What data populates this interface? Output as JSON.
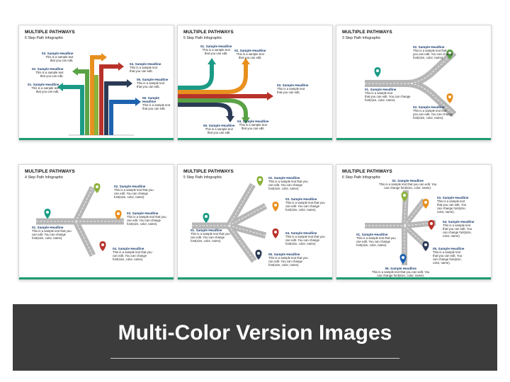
{
  "slides": [
    {
      "title": "MULTIPLE PATHWAYS",
      "subtitle": "6 Step Path Infographic",
      "items": [
        {
          "headline": "01. Sample Headline",
          "desc": "This is a sample text\nthat you can edit."
        },
        {
          "headline": "02. Sample Headline",
          "desc": "This is a sample text\nthat you can edit."
        },
        {
          "headline": "03. Sample Headline",
          "desc": "This is a sample text\nthat you can edit."
        },
        {
          "headline": "04. Sample Headline",
          "desc": "This is a sample text\nthat you can edit."
        },
        {
          "headline": "05. Sample Headline",
          "desc": "This is a sample text\nthat you can edit."
        },
        {
          "headline": "06. Sample Headline",
          "desc": "This is a sample text\nthat you can edit."
        }
      ]
    },
    {
      "title": "MULTIPLE PATHWAYS",
      "subtitle": "5 Step Path Infographic",
      "items": [
        {
          "headline": "01. Sample Headline",
          "desc": "This is a sample text\nthat you can edit."
        },
        {
          "headline": "02. Sample Headline",
          "desc": "This is a sample text\nthat you can edit."
        },
        {
          "headline": "03. Sample Headline",
          "desc": "This is a sample text\nthat you can edit."
        },
        {
          "headline": "04. Sample Headline",
          "desc": "This is a sample text\nthat you can edit."
        },
        {
          "headline": "05. Sample Headline",
          "desc": "This is a sample text\nthat you can edit."
        }
      ]
    },
    {
      "title": "MULTIPLE PATHWAYS",
      "subtitle": "3 Step Path Infographic",
      "items": [
        {
          "headline": "01. Sample Headline",
          "desc": "This is a sample text\nthat you can edit. You can change\nfont(size, color, name)."
        },
        {
          "headline": "02. Sample Headline",
          "desc": "This is a sample text that\nyou can edit. You can change\nfont(size, color, name)."
        },
        {
          "headline": "03. Sample Headline",
          "desc": "This is a sample text that\nyou can edit. You can change\nfont(size, color, name)."
        }
      ]
    },
    {
      "title": "MULTIPLE PATHWAYS",
      "subtitle": "4 Step Path Infographic",
      "items": [
        {
          "headline": "01. Sample Headline",
          "desc": "This is a sample text that you\ncan edit. You can change\nfont(size, color, name)."
        },
        {
          "headline": "02. Sample Headline",
          "desc": "This is a sample text that you\ncan edit. You can change\nfont(size, color, name)."
        },
        {
          "headline": "03. Sample Headline",
          "desc": "This is a sample text that you\ncan edit. You can change\nfont(size, color, name)."
        },
        {
          "headline": "04. Sample Headline",
          "desc": "This is a sample text that you\ncan edit. You can change\nfont(size, color, name)."
        }
      ]
    },
    {
      "title": "MULTIPLE PATHWAYS",
      "subtitle": "5 Step Path Infographic",
      "items": [
        {
          "headline": "01. Sample Headline",
          "desc": "This is a sample text that you\ncan edit. You can change\nfont(size, color, name)."
        },
        {
          "headline": "02. Sample Headline",
          "desc": "This is a sample text that you\ncan edit. You can change\nfont(size, color, name)."
        },
        {
          "headline": "03. Sample Headline",
          "desc": "This is a sample text that you\ncan edit. You can change\nfont(size, color, name)."
        },
        {
          "headline": "04. Sample Headline",
          "desc": "This is a sample text that you\ncan edit. You can change\nfont(size, color, name)."
        },
        {
          "headline": "05. Sample Headline",
          "desc": "This is a sample text that you\ncan edit. You can change\nfont(size, color, name)."
        }
      ]
    },
    {
      "title": "MULTIPLE PATHWAYS",
      "subtitle": "6 Step Path Infographic",
      "items": [
        {
          "headline": "01. Sample Headline",
          "desc": "This is a sample text that you\ncan edit. You can change\nfont(size, color, name)."
        },
        {
          "headline": "02. Sample Headline",
          "desc": "This is a sample text that you can edit. You\ncan change font(size, color, name)."
        },
        {
          "headline": "03. Sample Headline",
          "desc": "This is a sample text\nthat you can edit. You\ncan change font(size,\ncolor, name)."
        },
        {
          "headline": "04. Sample Headline",
          "desc": "This is a sample text\nthat you can edit. You\ncan change font(size,\ncolor, name)."
        },
        {
          "headline": "05. Sample Headline",
          "desc": "This is a sample text\nthat you can edit. You\ncan change font(size,\ncolor, name)."
        },
        {
          "headline": "06. Sample Headline",
          "desc": "This is a sample text that you can edit. You\ncan change font(size, color, name)."
        }
      ]
    }
  ],
  "banner": {
    "text": "Multi-Color Version Images"
  },
  "colors": {
    "accent_bar": "#1f9b73",
    "banner_bg": "#3c3c3c",
    "orange": "#e8901f",
    "red": "#b8322a",
    "green": "#5aa246",
    "teal": "#1b9b86",
    "blue": "#1e63b0",
    "navy": "#2b3b55",
    "lime": "#8bb23a",
    "road": "#b7b7b7"
  }
}
